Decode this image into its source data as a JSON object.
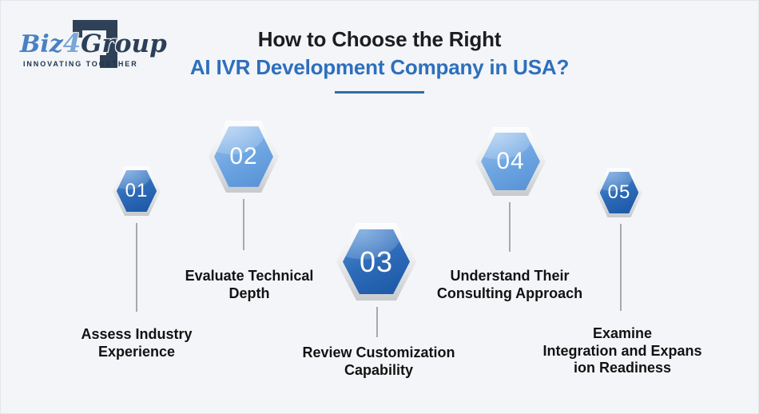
{
  "logo": {
    "brand_biz": "Biz",
    "brand_4": "4",
    "brand_group": "Group",
    "tagline": "INNOVATING TOGETHER",
    "colors": {
      "biz": "#4a80c2",
      "four": "#7ba6d7",
      "group": "#2c3f58",
      "mark": "#2e4157"
    }
  },
  "title": {
    "line1": "How to Choose the Right",
    "line2": "AI IVR Development Company in USA?",
    "colors": {
      "line1": "#1d1d1f",
      "line2": "#2d6fbe",
      "underline": "#2f6ca6"
    }
  },
  "steps": [
    {
      "number": "01",
      "variant": "dark",
      "lines": [
        "Assess Industry",
        "Experience"
      ]
    },
    {
      "number": "02",
      "variant": "light",
      "lines": [
        "Evaluate Technical",
        "Depth"
      ]
    },
    {
      "number": "03",
      "variant": "dark",
      "lines": [
        "Review Customization",
        "Capability"
      ]
    },
    {
      "number": "04",
      "variant": "light",
      "lines": [
        "Understand Their",
        "Consulting Approach"
      ]
    },
    {
      "number": "05",
      "variant": "dark",
      "lines": [
        "Examine",
        "Integration and Expans",
        "ion Readiness"
      ]
    }
  ],
  "colors": {
    "background": "#f3f5f8",
    "hex_dark_top": "#5493da",
    "hex_dark_bottom": "#1a56a5",
    "hex_light_top": "#9cc3ef",
    "hex_light_bottom": "#5590d5",
    "hex_border": "#d6d8da",
    "connector": "#a7a9ab"
  }
}
